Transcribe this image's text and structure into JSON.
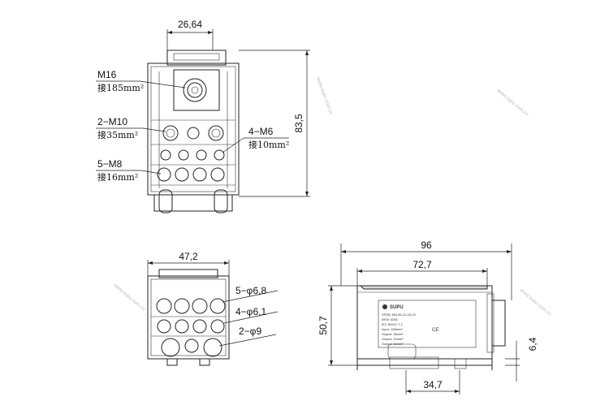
{
  "front_view": {
    "width_dim": "26,64",
    "height_dim": "83,5",
    "label_m16": "M16",
    "label_m16_sub": "接185mm²",
    "label_2m10": "2−M10",
    "label_2m10_sub": "接35mm²",
    "label_5m8": "5−M8",
    "label_5m8_sub": "接16mm²",
    "label_4m6": "4−M6",
    "label_4m6_sub": "接10mm²"
  },
  "top_view": {
    "width_dim": "47,2",
    "label_holes_1": "5−φ6,8",
    "label_holes_2": "4−φ6,1",
    "label_holes_3": "2−φ9"
  },
  "side_view": {
    "width_dim_total": "96",
    "width_dim_inner": "72,7",
    "height_dim": "50,7",
    "rail_dim": "6,4",
    "base_dim": "34,7",
    "brand": "SUPU",
    "label_lines": [
      "SPDB 185-35-10-16-10",
      "690V 400A",
      "IEC 60947-7-1",
      "Input: 185mm²",
      "Output: 35mm²",
      "Output: 10mm²",
      "Output: 16mm²"
    ],
    "ce_mark": "CE"
  },
  "watermark": "www.supu.com.cn"
}
